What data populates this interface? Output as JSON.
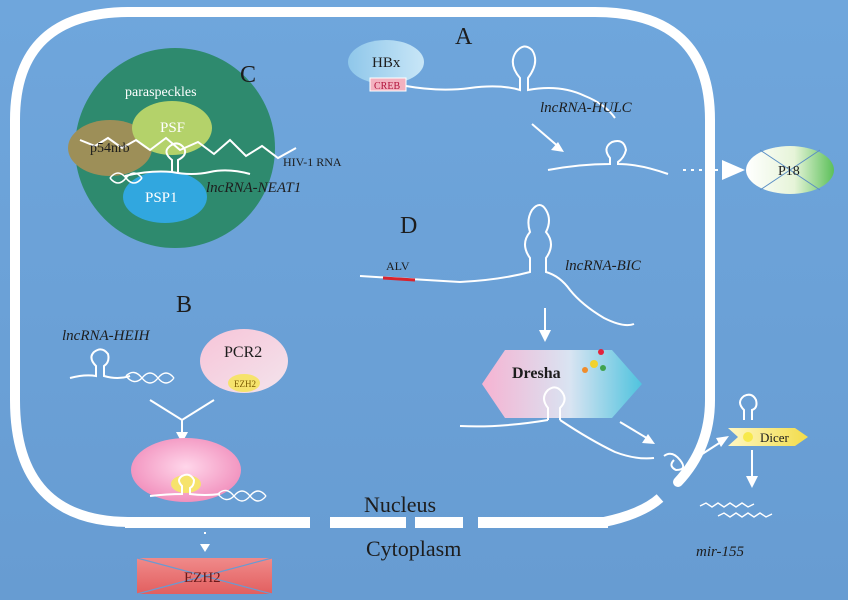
{
  "panels": {
    "a": "A",
    "b": "B",
    "c": "C",
    "d": "D"
  },
  "compartments": {
    "nucleus": "Nucleus",
    "cytoplasm": "Cytoplasm"
  },
  "panel_a": {
    "hbx": "HBx",
    "creb": "CREB",
    "lncrna": "lncRNA-HULC",
    "p18": "P18"
  },
  "panel_b": {
    "lncrna": "lncRNA-HEIH",
    "pcr2": "PCR2",
    "ezh2_small": "EZH2",
    "ezh2_crossed": "EZH2"
  },
  "panel_c": {
    "paraspeckles": "paraspeckles",
    "psf": "PSF",
    "p54nrb": "p54nrb",
    "psp1": "PSP1",
    "hiv_rna": "HIV-1 RNA",
    "lncrna": "lncRNA-NEAT1"
  },
  "panel_d": {
    "alv": "ALV",
    "lncrna": "lncRNA-BIC",
    "dresha": "Dresha",
    "dicer": "Dicer",
    "mirna": "mir-155"
  },
  "colors": {
    "background": "#6ba0d6",
    "membrane": "#ffffff",
    "paraspeckle": "#2e8a6e",
    "alv_segment": "#d9232d"
  }
}
